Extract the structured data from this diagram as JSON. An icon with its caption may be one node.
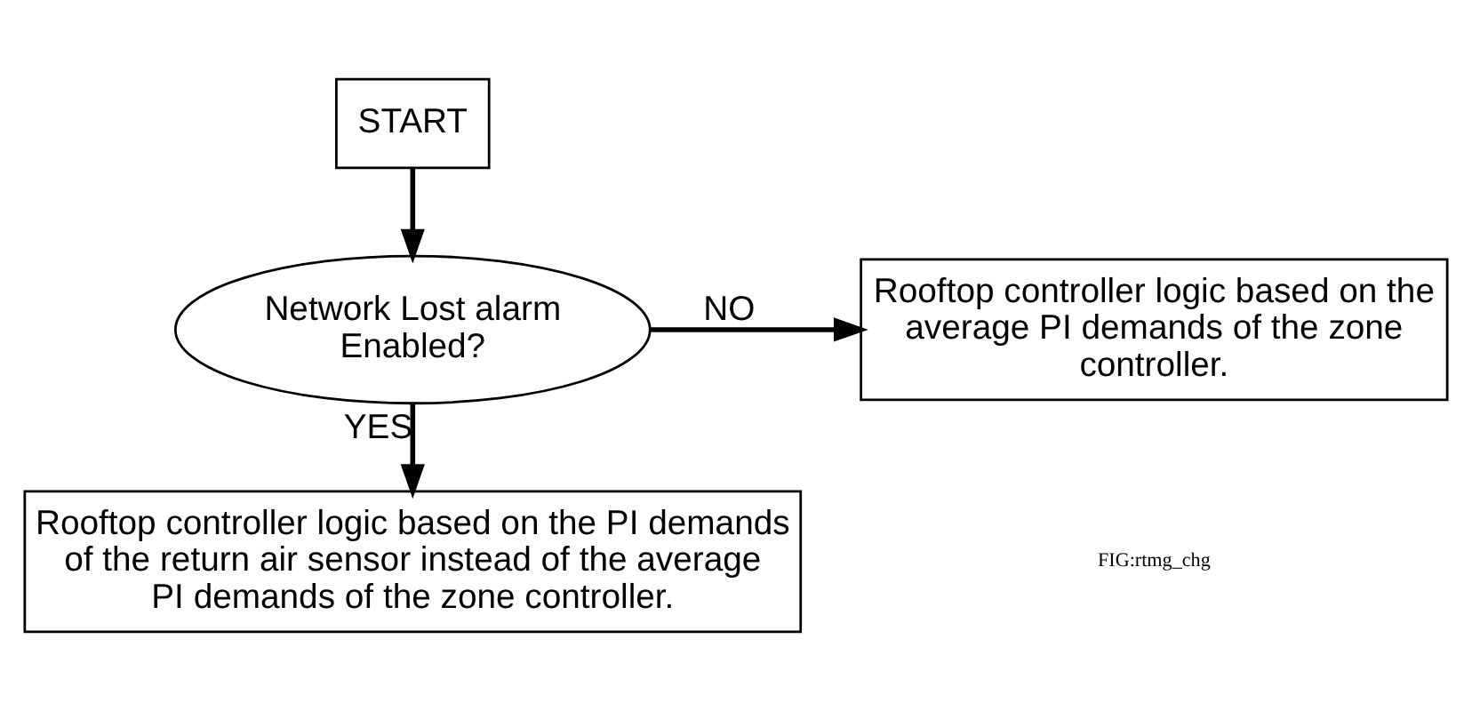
{
  "diagram": {
    "nodes": [
      {
        "text": [
          "START"
        ]
      },
      {
        "text": [
          "Network Lost alarm Enabled?"
        ]
      },
      {
        "text": [
          "Rooftop controller logic based on the average PI demands of the zone controller."
        ]
      },
      {
        "text": [
          "Rooftop controller logic based on the PI demands of the return air sensor instead of the average PI demands of the zone controller."
        ]
      }
    ],
    "edges": [
      {
        "from": 0,
        "to": 1,
        "arrow": "to"
      },
      {
        "from": 1,
        "to": 2,
        "arrow": "to",
        "label": "NO"
      },
      {
        "from": 1,
        "to": 3,
        "arrow": "to",
        "label": "YES"
      }
    ],
    "labels": [
      "FIG:rtmg_chg"
    ]
  }
}
